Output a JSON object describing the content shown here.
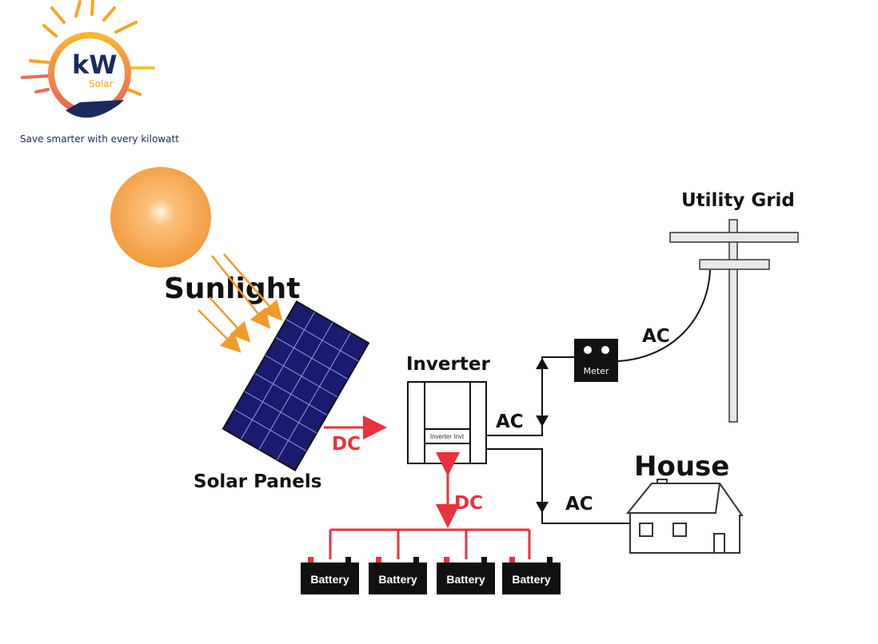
{
  "logo": {
    "brand": "kW",
    "sub": "Solar",
    "tagline": "Save smarter with every kilowatt"
  },
  "diagram": {
    "sunlight": "Sunlight",
    "solar_panels": "Solar Panels",
    "dc_panel": "DC",
    "inverter": "Inverter",
    "inverter_plate": "Inverter Invt",
    "ac_inverter": "AC",
    "meter": "Meter",
    "ac_grid": "AC",
    "utility_grid": "Utility Grid",
    "house": "House",
    "ac_house": "AC",
    "dc_battery": "DC",
    "batteries": [
      "Battery",
      "Battery",
      "Battery",
      "Battery"
    ]
  },
  "colors": {
    "sun": "#f5a24a",
    "arrow_orange": "#f39a2c",
    "dc_red": "#e8323c",
    "panel": "#1a1a6e",
    "logo_navy": "#1b2a5e"
  }
}
